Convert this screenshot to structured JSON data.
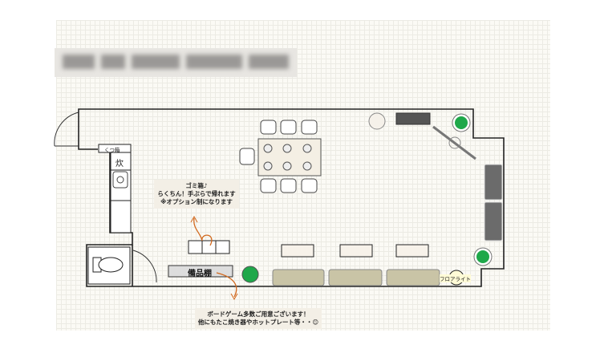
{
  "title_blurred": "",
  "labels": {
    "shoe_box": "くつ箱",
    "rice": "炊",
    "storage": "備品棚",
    "floor_light": "フロアライト"
  },
  "notes": {
    "trash": [
      "ゴミ箱♪",
      "らくちん！手ぶらで帰れます",
      "※オプション制になります"
    ],
    "games": [
      "ボードゲーム多数ご用意ございます！",
      "他にもたこ焼き器やホットプレート等・・😊"
    ]
  },
  "colors": {
    "wall": "#222222",
    "sofa": "#c9c4a6",
    "plant": "#1fa84a",
    "dark_sofa": "#6b6b6b",
    "arrow": "#d2691e"
  }
}
